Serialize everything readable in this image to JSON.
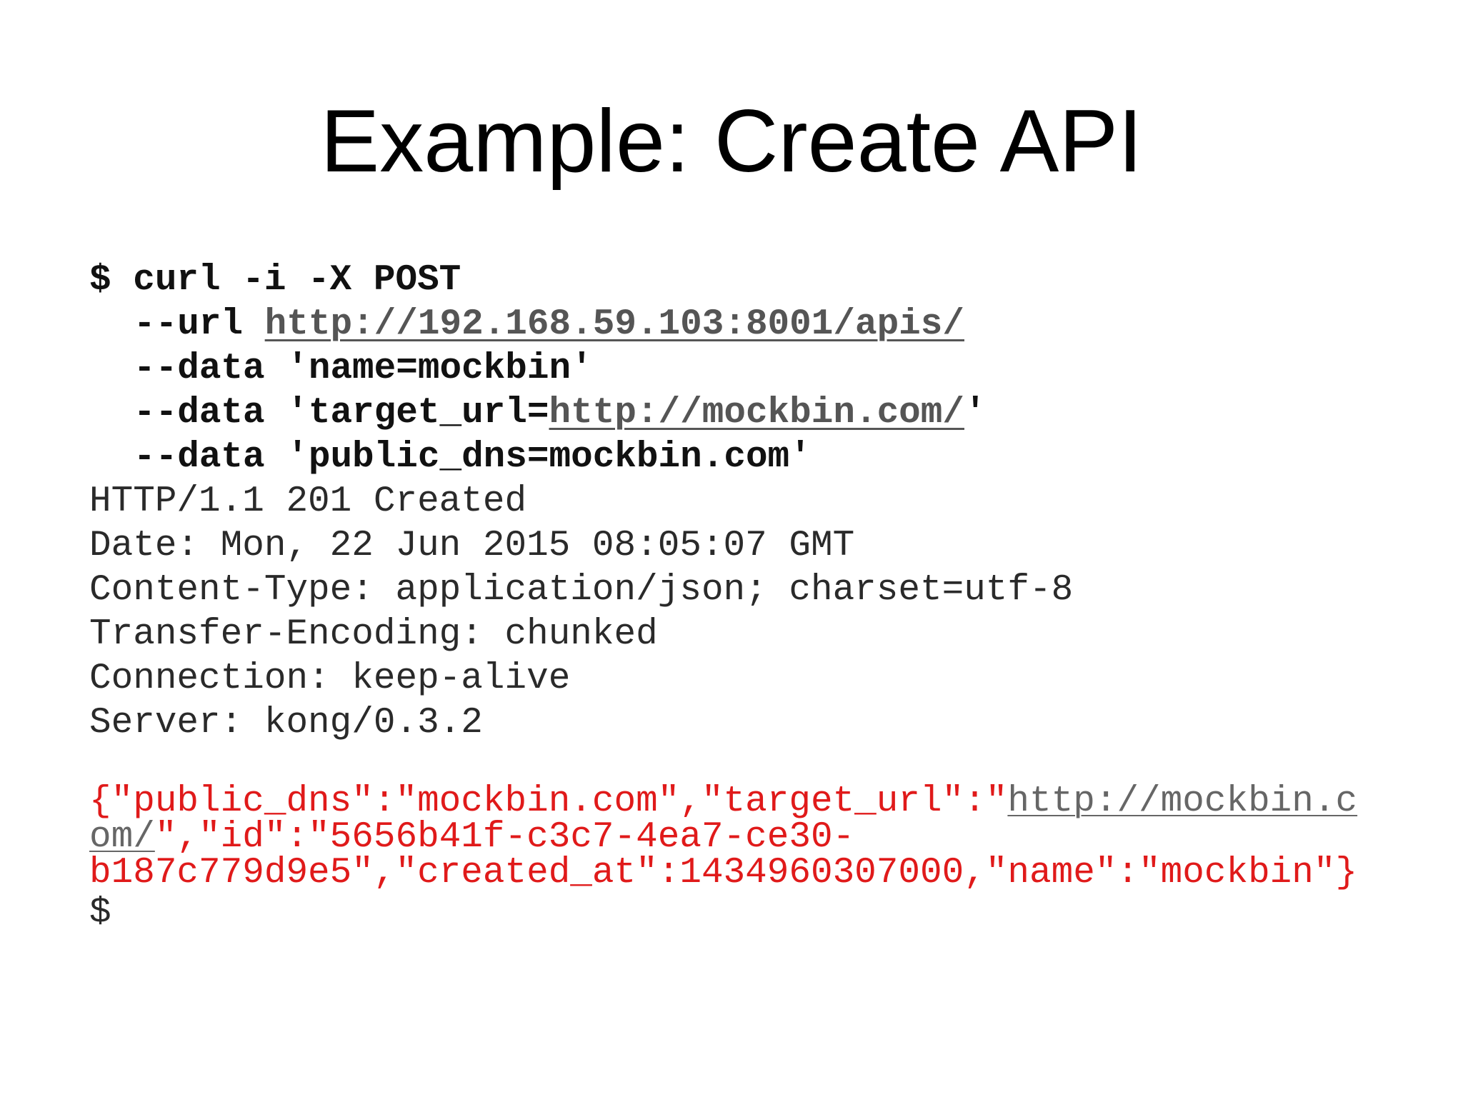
{
  "slide": {
    "title": "Example: Create API"
  },
  "command": {
    "line1": "$ curl -i -X POST",
    "url_flag": "--url ",
    "url_value": "http://192.168.59.103:8001/apis/",
    "data1": "--data 'name=mockbin'",
    "data2_prefix": "--data 'target_url=",
    "data2_link": "http://mockbin.com/",
    "data2_suffix": "'",
    "data3": "--data 'public_dns=mockbin.com'"
  },
  "response": {
    "status": "HTTP/1.1 201 Created",
    "date": "Date: Mon, 22 Jun 2015 08:05:07 GMT",
    "content_type": "Content-Type: application/json; charset=utf-8",
    "transfer_encoding": "Transfer-Encoding: chunked",
    "connection": "Connection: keep-alive",
    "server": "Server: kong/0.3.2"
  },
  "json_body": {
    "line1_text": "{\"public_dns\":\"mockbin.com\",\"target_url\":\"",
    "line1_link": "http://mockbin.c",
    "line2_link": "om/",
    "line2_text": "\",\"id\":\"5656b41f-c3c7-4ea7-ce30-",
    "line3_text": "b187c779d9e5\",\"created_at\":1434960307000,\"name\":\"mockbin\"}"
  },
  "prompt_end": "$",
  "colors": {
    "title": "#000000",
    "command": "#111111",
    "response": "#2a2a2a",
    "json": "#e01a1a",
    "link": "#555555"
  }
}
